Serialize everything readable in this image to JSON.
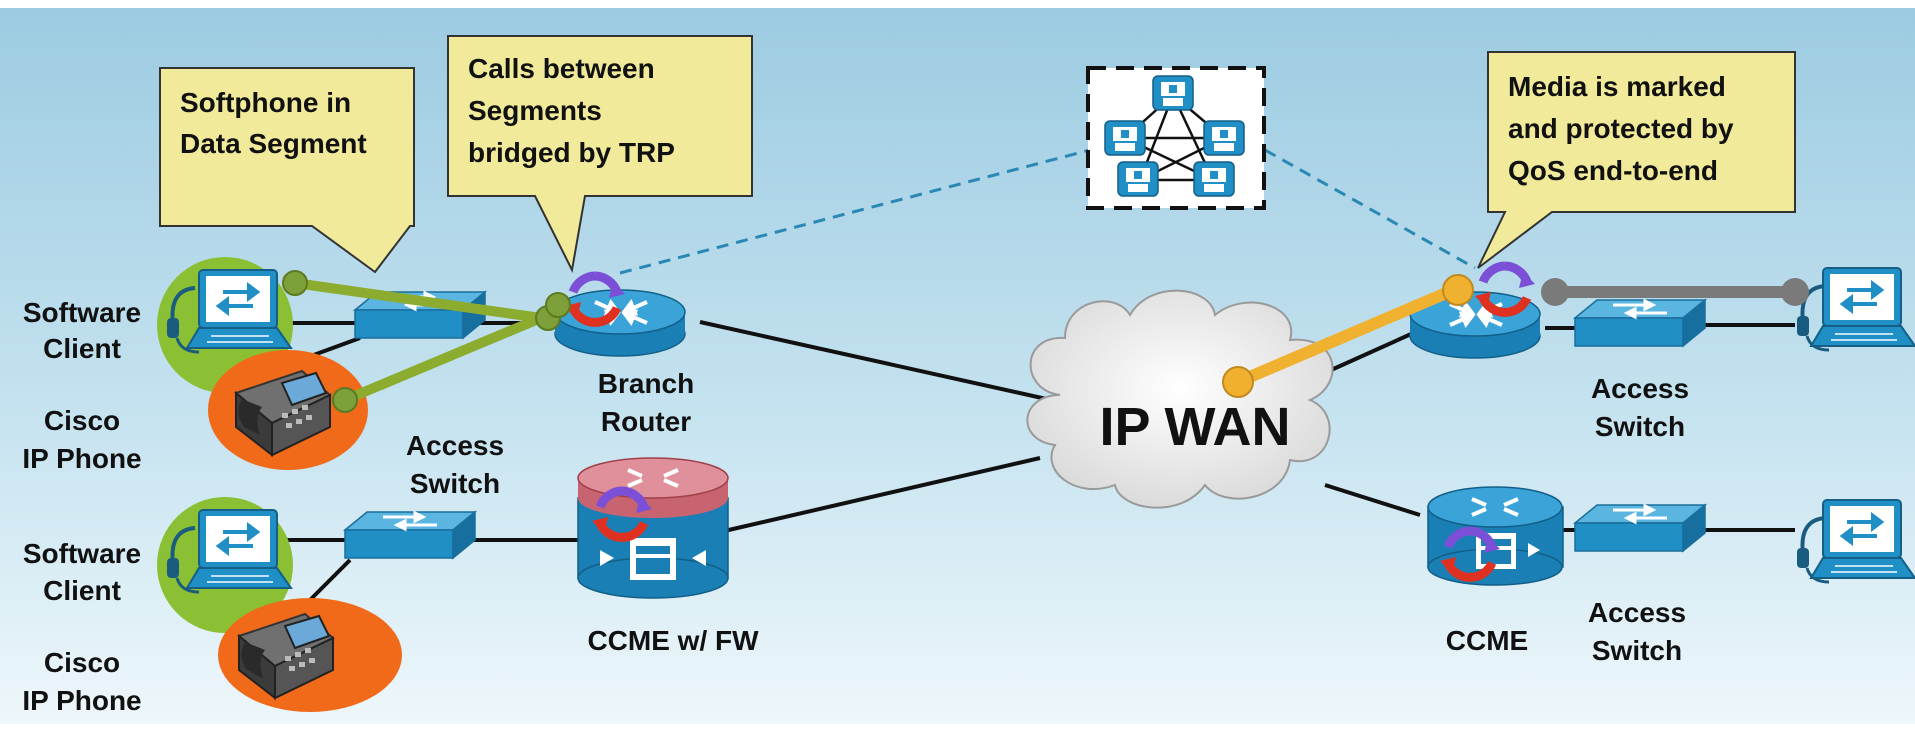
{
  "callouts": {
    "softphone": [
      "Softphone in",
      "Data Segment"
    ],
    "trp": [
      "Calls between",
      "Segments",
      "bridged by TRP"
    ],
    "qos": [
      "Media is marked",
      "and protected by",
      "QoS end-to-end"
    ]
  },
  "labels": {
    "software_client_1": [
      "Software",
      "Client"
    ],
    "cisco_phone_1": [
      "Cisco",
      "IP Phone"
    ],
    "software_client_2": [
      "Software",
      "Client"
    ],
    "cisco_phone_2": [
      "Cisco",
      "IP Phone"
    ],
    "branch_router": [
      "Branch",
      "Router"
    ],
    "access_switch_left": [
      "Access",
      "Switch"
    ],
    "ccme_fw": "CCME w/ FW",
    "ip_wan": "IP WAN",
    "access_switch_right_top": [
      "Access",
      "Switch"
    ],
    "access_switch_right_bottom": [
      "Access",
      "Switch"
    ],
    "ccme": "CCME"
  },
  "colors": {
    "background_top": "#9ecde2",
    "background_bottom": "#eef7fb",
    "callout_fill": "#f0ea9a",
    "device_blue": "#1f8fc6",
    "green_link": "#8bac2e",
    "orange_link": "#f0b030",
    "gray_link": "#7a7a7a",
    "dashed_link": "#2a88b5",
    "firewall_red": "#c2505a"
  }
}
